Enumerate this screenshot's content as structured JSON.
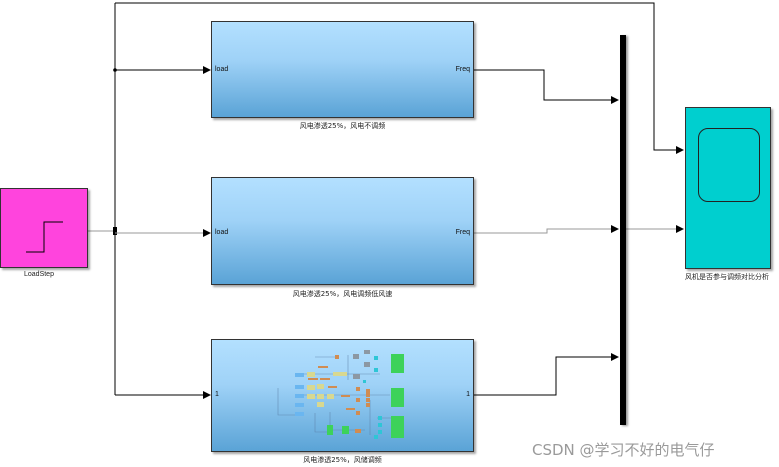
{
  "diagram": {
    "source_block": {
      "label": "LoadStep",
      "icon": "step-icon",
      "color": "#ff44dd"
    },
    "subsystems": [
      {
        "caption": "风电渗透25%，风电不调频",
        "in_port": "load",
        "out_port": "Freq"
      },
      {
        "caption": "风电渗透25%，风电调频低风速",
        "in_port": "load",
        "out_port": "Freq"
      },
      {
        "caption": "风电渗透25%，风储调频",
        "in_port": "1",
        "out_port": "1"
      }
    ],
    "mux": {
      "label": "",
      "inputs": 3
    },
    "scope": {
      "caption": "风机是否参与调频对比分析",
      "icon": "scope-screen-icon",
      "color": "#00cfcf"
    },
    "subsystem_color": "#9fd2f7"
  },
  "watermark": "CSDN @学习不好的电气仔"
}
